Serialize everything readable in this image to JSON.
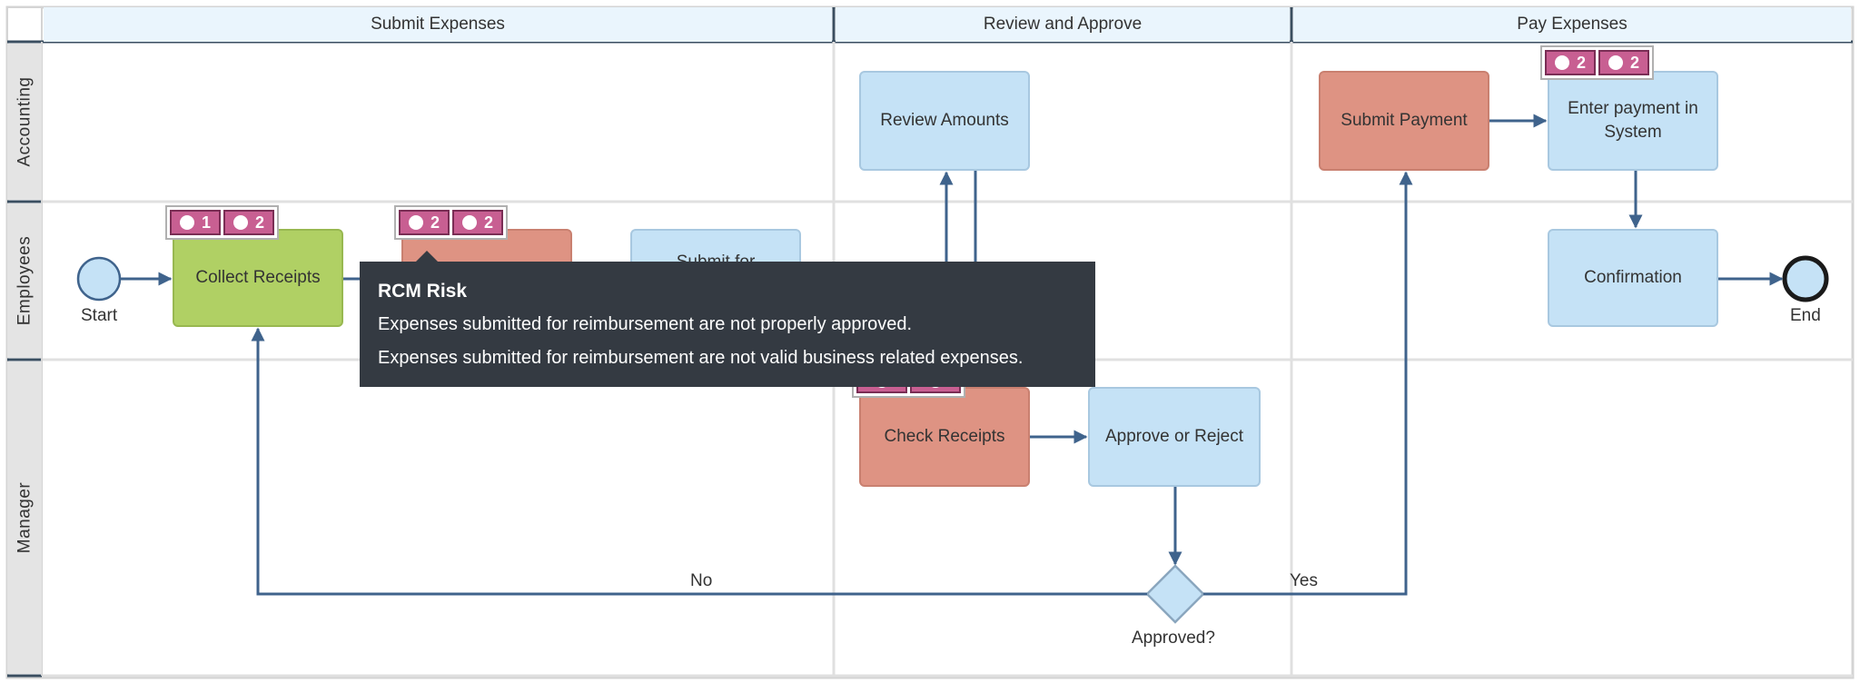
{
  "phases": [
    "Submit Expenses",
    "Review and Approve",
    "Pay Expenses"
  ],
  "lanes": [
    "Accounting",
    "Employees",
    "Manager"
  ],
  "events": {
    "start": "Start",
    "end": "End"
  },
  "tasks": {
    "collect_receipts": "Collect Receipts",
    "submit_for": "Submit for",
    "review_amounts": "Review Amounts",
    "check_receipts": "Check Receipts",
    "approve_or_reject": "Approve or Reject",
    "submit_payment": "Submit Payment",
    "enter_payment": "Enter payment in System",
    "confirmation": "Confirmation"
  },
  "gateway": {
    "label": "Approved?",
    "no_label": "No",
    "yes_label": "Yes"
  },
  "badges": {
    "collect_receipts": [
      "1",
      "2"
    ],
    "hidden_task": [
      "2",
      "2"
    ],
    "enter_payment": [
      "2",
      "2"
    ]
  },
  "tooltip": {
    "title": "RCM Risk",
    "lines": [
      "Expenses submitted for reimbursement are not properly approved.",
      "Expenses submitted for reimbursement are not valid business related expenses."
    ]
  },
  "colors": {
    "flow": "#3f638c",
    "task_blue": "#c5e2f6",
    "task_red": "#de9383",
    "task_green": "#b0d064",
    "badge": "#c85f92",
    "tooltip_bg": "#343a42"
  }
}
